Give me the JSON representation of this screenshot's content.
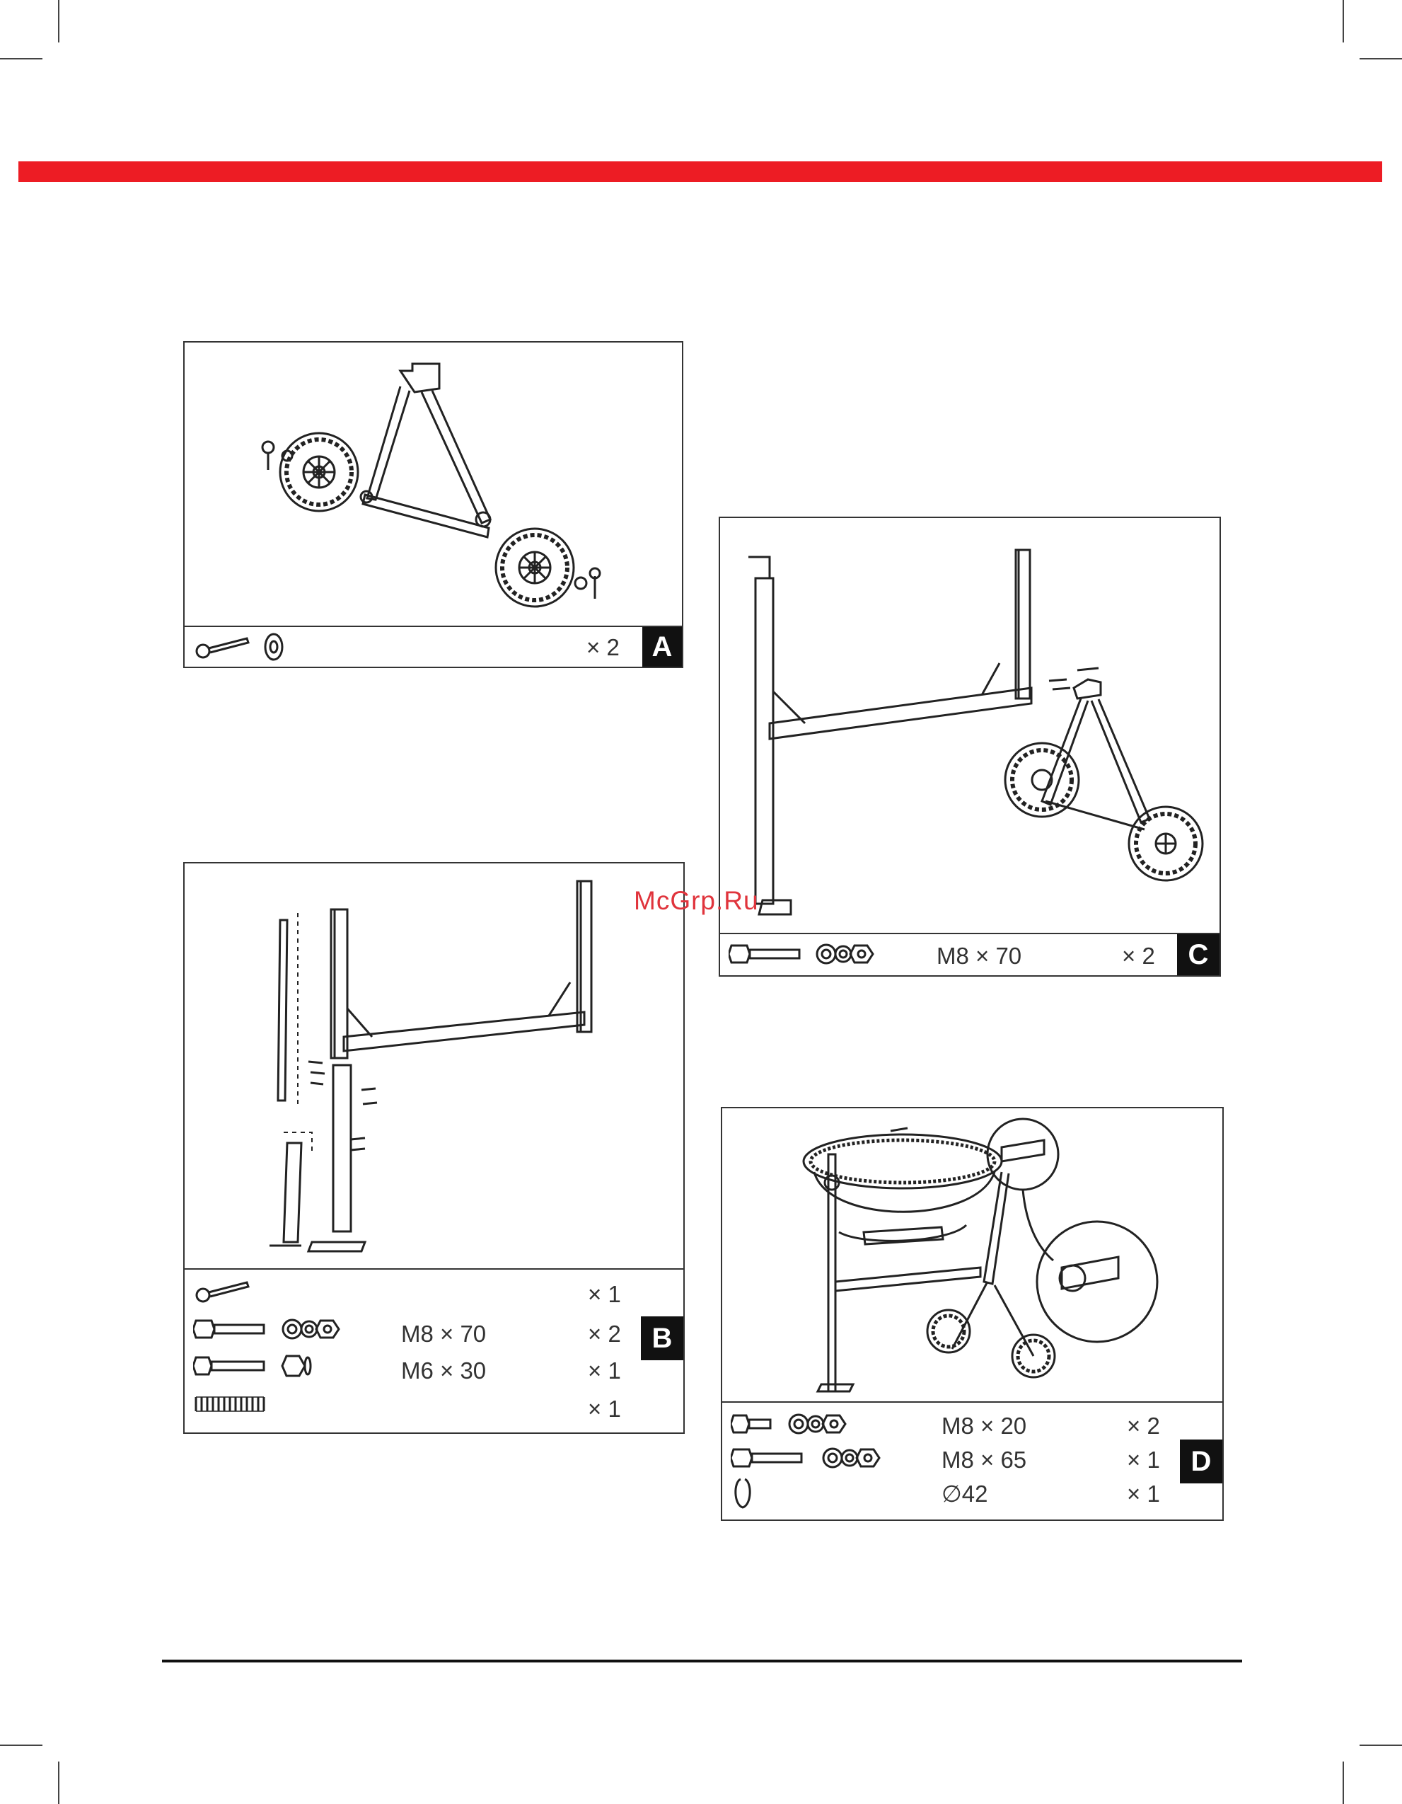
{
  "watermark": "McGrp.Ru",
  "panels": {
    "a": {
      "badge": "A",
      "parts": [
        {
          "spec": "",
          "qty": "× 2"
        }
      ]
    },
    "b": {
      "badge": "B",
      "parts": [
        {
          "spec": "",
          "qty": "× 1"
        },
        {
          "spec": "M8 × 70",
          "qty": "× 2"
        },
        {
          "spec": "M6 × 30",
          "qty": "× 1"
        },
        {
          "spec": "",
          "qty": "× 1"
        }
      ]
    },
    "c": {
      "badge": "C",
      "parts": [
        {
          "spec": "M8 × 70",
          "qty": "× 2"
        }
      ]
    },
    "d": {
      "badge": "D",
      "parts": [
        {
          "spec": "M8 × 20",
          "qty": "× 2"
        },
        {
          "spec": "M8 × 65",
          "qty": "× 1"
        },
        {
          "spec": "∅42",
          "qty": "× 1"
        }
      ]
    }
  },
  "colors": {
    "accent_bar": "#ed1c24",
    "badge_bg": "#111111",
    "watermark": "#e0343c"
  },
  "icons": [
    "eye-bolt-icon",
    "flat-washer-icon",
    "hex-bolt-icon",
    "washer-set-icon",
    "hex-nut-icon",
    "spring-icon",
    "circlip-icon"
  ]
}
